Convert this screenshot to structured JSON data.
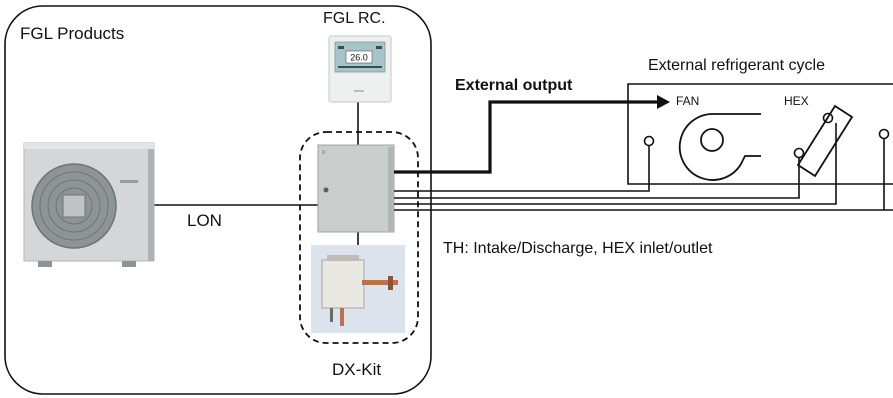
{
  "labels": {
    "fgl_products": "FGL Products",
    "fgl_rc": "FGL RC.",
    "external_output": "External output",
    "external_refrigerant_cycle": "External refrigerant cycle",
    "fan": "FAN",
    "hex": "HEX",
    "lon": "LON",
    "th_note": "TH: Intake/Discharge, HEX inlet/outlet",
    "dx_kit": "DX-Kit"
  },
  "remote_controller": {
    "display_value": "26.0"
  },
  "colors": {
    "line": "#111111",
    "unit_body": "#d4d6d7",
    "control_box": "#c9cdcc",
    "remote_body": "#eef0f0",
    "remote_screen": "#a7c4c9",
    "kit_photo_bg": "#dde3ec",
    "pipe_copper": "#b8744a"
  },
  "icons": {
    "outdoor_unit": "outdoor-unit-photo",
    "remote": "remote-controller-photo",
    "control_box": "control-box-photo",
    "kit": "dx-kit-thermistor-photo",
    "fan": "blower-fan-icon",
    "hex": "heat-exchanger-icon"
  }
}
